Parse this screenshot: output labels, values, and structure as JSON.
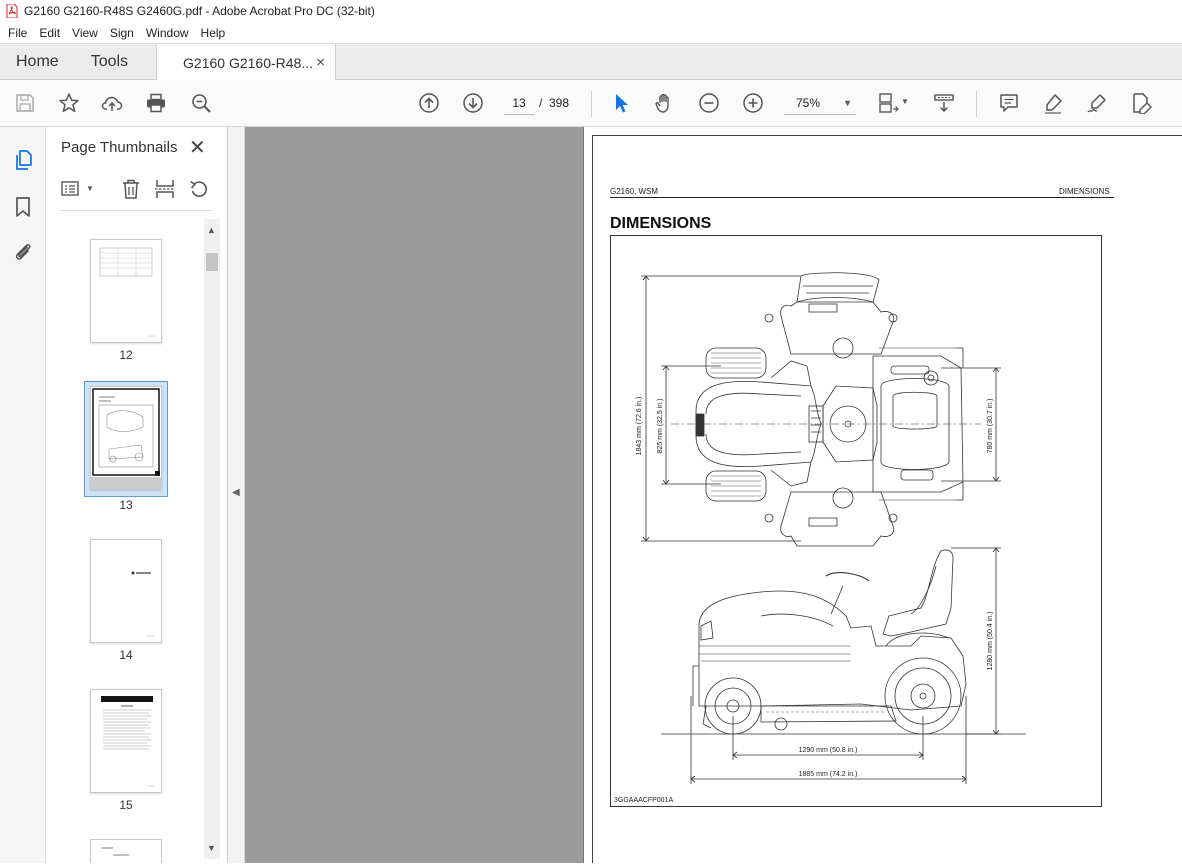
{
  "window": {
    "title": "G2160 G2160-R48S G2460G.pdf - Adobe Acrobat Pro DC (32-bit)"
  },
  "menu": [
    "File",
    "Edit",
    "View",
    "Sign",
    "Window",
    "Help"
  ],
  "tabs": {
    "home": "Home",
    "tools": "Tools",
    "document": "G2160 G2160-R48...",
    "close": "×"
  },
  "toolbar": {
    "current_page": "13",
    "separator": "/",
    "page_count": "398",
    "zoom": "75%"
  },
  "thumbnails_panel": {
    "title": "Page Thumbnails",
    "close": "✕",
    "pages": [
      {
        "number": "12"
      },
      {
        "number": "13",
        "selected": true
      },
      {
        "number": "14"
      },
      {
        "number": "15"
      }
    ]
  },
  "document_page": {
    "header_left": "G2160, WSM",
    "header_right": "DIMENSIONS",
    "title": "DIMENSIONS",
    "figure_code": "3GGAAACFP001A",
    "dimensions": {
      "overall_length_top": "1843 mm (72.6 in.)",
      "tread_front": "825 mm (32.5 in.)",
      "tread_rear": "780 mm (30.7 in.)",
      "height": "1280 mm (50.4 in.)",
      "wheelbase": "1290 mm (50.8 in.)",
      "overall_length_side": "1885 mm (74.2 in.)"
    }
  },
  "colors": {
    "doc_background": "#9b9b9b",
    "accent": "#1473e6",
    "pdf_icon": "#d9261c"
  }
}
